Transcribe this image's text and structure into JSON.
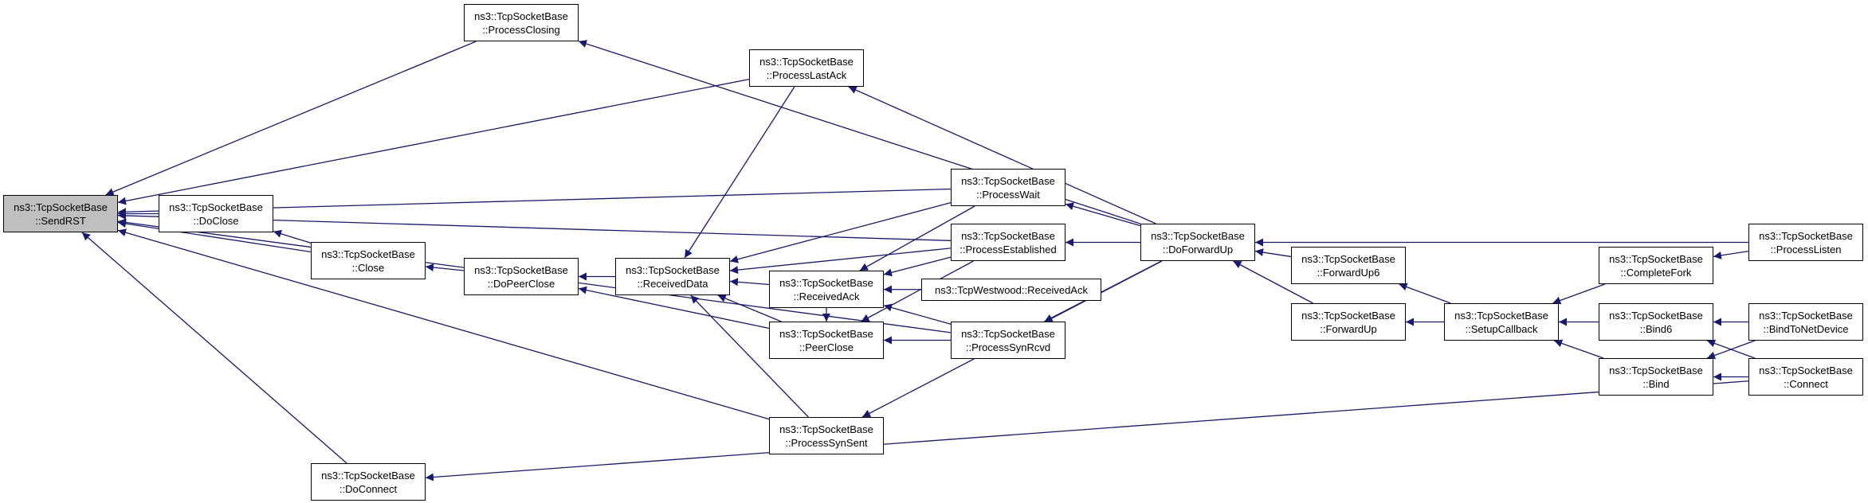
{
  "graph": {
    "edge_color": "#191970",
    "root_fill": "#bfbfbf",
    "nodes": {
      "sendrst": {
        "line1": "ns3::TcpSocketBase",
        "line2": "::SendRST"
      },
      "processclosing": {
        "line1": "ns3::TcpSocketBase",
        "line2": "::ProcessClosing"
      },
      "processlastack": {
        "line1": "ns3::TcpSocketBase",
        "line2": "::ProcessLastAck"
      },
      "doclose": {
        "line1": "ns3::TcpSocketBase",
        "line2": "::DoClose"
      },
      "close": {
        "line1": "ns3::TcpSocketBase",
        "line2": "::Close"
      },
      "dopeerclose": {
        "line1": "ns3::TcpSocketBase",
        "line2": "::DoPeerClose"
      },
      "receiveddata": {
        "line1": "ns3::TcpSocketBase",
        "line2": "::ReceivedData"
      },
      "receivedack": {
        "line1": "ns3::TcpSocketBase",
        "line2": "::ReceivedAck"
      },
      "peerclose": {
        "line1": "ns3::TcpSocketBase",
        "line2": "::PeerClose"
      },
      "processwait": {
        "line1": "ns3::TcpSocketBase",
        "line2": "::ProcessWait"
      },
      "processestablished": {
        "line1": "ns3::TcpSocketBase",
        "line2": "::ProcessEstablished"
      },
      "westwood": {
        "line1": "ns3::TcpWestwood::ReceivedAck",
        "line2": ""
      },
      "processsynrcvd": {
        "line1": "ns3::TcpSocketBase",
        "line2": "::ProcessSynRcvd"
      },
      "processsynsent": {
        "line1": "ns3::TcpSocketBase",
        "line2": "::ProcessSynSent"
      },
      "doconnect": {
        "line1": "ns3::TcpSocketBase",
        "line2": "::DoConnect"
      },
      "doforwardup": {
        "line1": "ns3::TcpSocketBase",
        "line2": "::DoForwardUp"
      },
      "forwardup6": {
        "line1": "ns3::TcpSocketBase",
        "line2": "::ForwardUp6"
      },
      "forwardup": {
        "line1": "ns3::TcpSocketBase",
        "line2": "::ForwardUp"
      },
      "setupcallback": {
        "line1": "ns3::TcpSocketBase",
        "line2": "::SetupCallback"
      },
      "completefork": {
        "line1": "ns3::TcpSocketBase",
        "line2": "::CompleteFork"
      },
      "bind6": {
        "line1": "ns3::TcpSocketBase",
        "line2": "::Bind6"
      },
      "bind": {
        "line1": "ns3::TcpSocketBase",
        "line2": "::Bind"
      },
      "processlisten": {
        "line1": "ns3::TcpSocketBase",
        "line2": "::ProcessListen"
      },
      "bindtonetdevice": {
        "line1": "ns3::TcpSocketBase",
        "line2": "::BindToNetDevice"
      },
      "connect": {
        "line1": "ns3::TcpSocketBase",
        "line2": "::Connect"
      }
    },
    "edges": [
      {
        "from": "processclosing",
        "to": "sendrst"
      },
      {
        "from": "processlastack",
        "to": "sendrst"
      },
      {
        "from": "processwait",
        "to": "sendrst"
      },
      {
        "from": "processestablished",
        "to": "sendrst"
      },
      {
        "from": "doclose",
        "to": "sendrst"
      },
      {
        "from": "close",
        "to": "sendrst"
      },
      {
        "from": "processsynrcvd",
        "to": "sendrst"
      },
      {
        "from": "processsynsent",
        "to": "sendrst"
      },
      {
        "from": "doconnect",
        "to": "sendrst"
      },
      {
        "from": "close",
        "to": "doclose"
      },
      {
        "from": "dopeerclose",
        "to": "close"
      },
      {
        "from": "receiveddata",
        "to": "dopeerclose"
      },
      {
        "from": "peerclose",
        "to": "dopeerclose"
      },
      {
        "from": "processlastack",
        "to": "receiveddata"
      },
      {
        "from": "processwait",
        "to": "receiveddata"
      },
      {
        "from": "processestablished",
        "to": "receiveddata"
      },
      {
        "from": "receivedack",
        "to": "receiveddata"
      },
      {
        "from": "peerclose",
        "to": "receiveddata"
      },
      {
        "from": "processsynsent",
        "to": "receiveddata"
      },
      {
        "from": "processwait",
        "to": "receivedack"
      },
      {
        "from": "processestablished",
        "to": "receivedack"
      },
      {
        "from": "westwood",
        "to": "receivedack"
      },
      {
        "from": "processsynrcvd",
        "to": "receivedack"
      },
      {
        "from": "processestablished",
        "to": "peerclose"
      },
      {
        "from": "receivedack",
        "to": "peerclose"
      },
      {
        "from": "processsynrcvd",
        "to": "peerclose"
      },
      {
        "from": "doforwardup",
        "to": "processclosing"
      },
      {
        "from": "doforwardup",
        "to": "processlastack"
      },
      {
        "from": "doforwardup",
        "to": "processwait"
      },
      {
        "from": "doforwardup",
        "to": "processestablished"
      },
      {
        "from": "doforwardup",
        "to": "processsynrcvd"
      },
      {
        "from": "doforwardup",
        "to": "processsynsent"
      },
      {
        "from": "forwardup6",
        "to": "doforwardup"
      },
      {
        "from": "forwardup",
        "to": "doforwardup"
      },
      {
        "from": "processlisten",
        "to": "doforwardup"
      },
      {
        "from": "setupcallback",
        "to": "forwardup6"
      },
      {
        "from": "setupcallback",
        "to": "forwardup"
      },
      {
        "from": "completefork",
        "to": "setupcallback"
      },
      {
        "from": "bind6",
        "to": "setupcallback"
      },
      {
        "from": "bind",
        "to": "setupcallback"
      },
      {
        "from": "processlisten",
        "to": "completefork"
      },
      {
        "from": "bindtonetdevice",
        "to": "bind6"
      },
      {
        "from": "connect",
        "to": "bind6"
      },
      {
        "from": "bindtonetdevice",
        "to": "bind"
      },
      {
        "from": "connect",
        "to": "bind"
      },
      {
        "from": "connect",
        "to": "doconnect"
      }
    ]
  }
}
